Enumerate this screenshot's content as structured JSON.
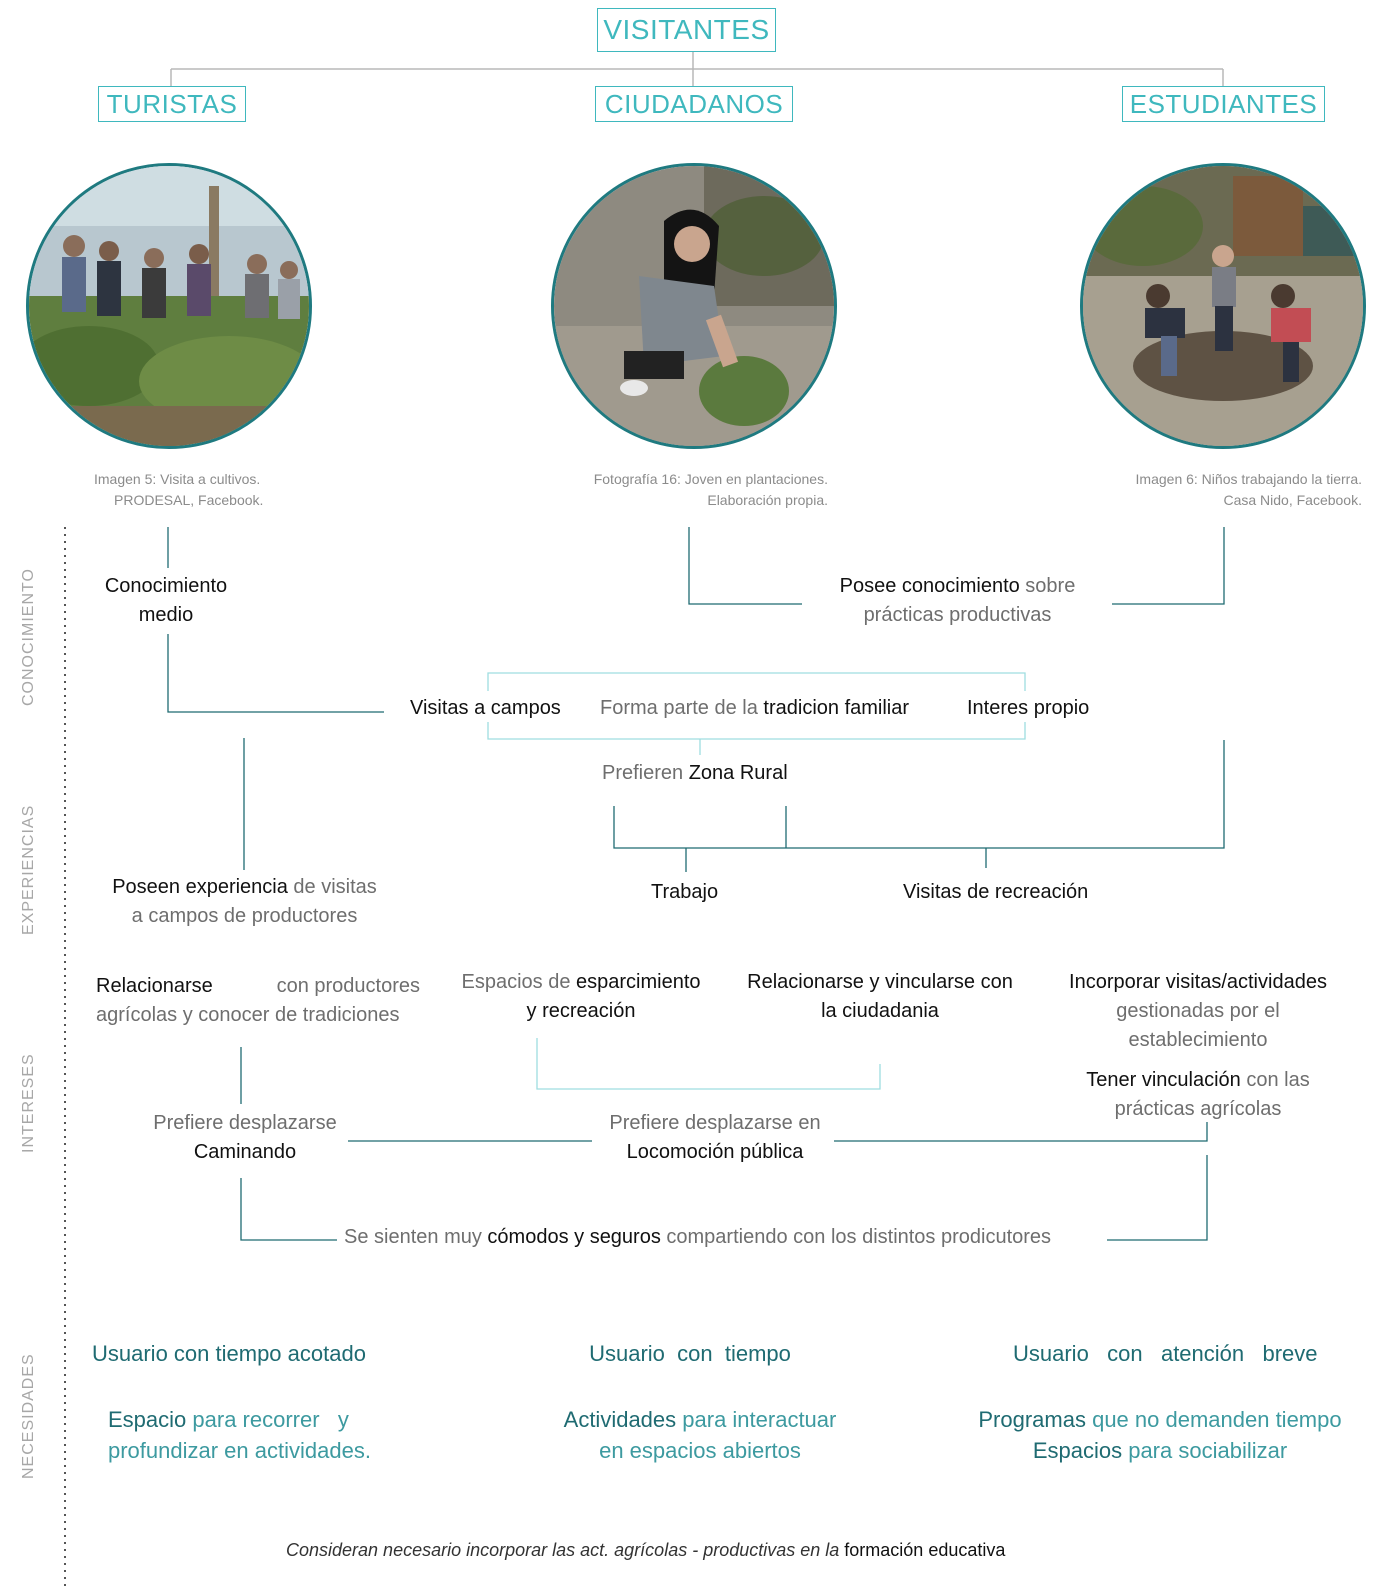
{
  "header": {
    "root": "VISITANTES",
    "groups": [
      "TURISTAS",
      "CIUDADANOS",
      "ESTUDIANTES"
    ]
  },
  "captions": {
    "turistas": [
      "Imagen 5: Visita a cultivos.",
      "PRODESAL, Facebook."
    ],
    "ciudadanos": [
      "Fotografía 16: Joven en plantaciones.",
      "Elaboración propia."
    ],
    "estudiantes": [
      "Imagen 6: Niños trabajando la tierra.",
      "Casa Nido, Facebook."
    ]
  },
  "sections": [
    "CONOCIMIENTO",
    "EXPERIENCIAS",
    "INTERESES",
    "NECESIDADES"
  ],
  "conocimiento": {
    "medio_1": "Conocimiento",
    "medio_2": "medio",
    "posee_b": "Posee conocimiento",
    "posee_rest": " sobre",
    "posee_2": "prácticas productivas"
  },
  "experiencias": {
    "visitas_campos": "Visitas a campos",
    "forma_parte": "Forma parte de la ",
    "tradicion": "tradicion familiar",
    "interes": "Interes propio",
    "prefieren": "Prefieren ",
    "zona_rural": "Zona Rural",
    "trabajo": "Trabajo",
    "visitas_recreacion": "Visitas de recreación",
    "poseen_b": "Poseen experiencia",
    "poseen_rest": " de visitas",
    "poseen_2": "a campos de productores"
  },
  "intereses": {
    "relacionarse_b": "Relacionarse",
    "relacionarse_rest": "con productores",
    "relacionarse_2": "agrícolas y conocer de tradiciones",
    "espacios_1a": "Espacios de ",
    "espacios_1b": "esparcimiento",
    "espacios_2": "y recreación",
    "vincularse_1": "Relacionarse y vincularse con",
    "vincularse_2": "la ciudadania",
    "incorporar_1": "Incorporar visitas/actividades",
    "incorporar_2": "gestionadas por el",
    "incorporar_3": "establecimiento",
    "tener_b": "Tener vinculación",
    "tener_rest": " con las",
    "tener_2": "prácticas agrícolas",
    "prefiere_cam_1": "Prefiere desplazarse",
    "prefiere_cam_2": "Caminando",
    "prefiere_loc_1": "Prefiere desplazarse en",
    "prefiere_loc_2": "Locomoción pública",
    "sienten_a": "Se sienten muy ",
    "sienten_b": "cómodos y seguros",
    "sienten_c": " compartiendo con los distintos prodicutores"
  },
  "necesidades": {
    "col1_title": "Usuario con tiempo acotado",
    "col1_b": "Espacio",
    "col1_rest": " para recorrer   y",
    "col1_2": "profundizar en actividades.",
    "col2_title": "Usuario  con  tiempo",
    "col2_b": "Actividades",
    "col2_rest": " para interactuar",
    "col2_2": "en espacios abiertos",
    "col3_title": "Usuario   con   atención   breve",
    "col3_b": "Programas",
    "col3_rest": " que no demanden tiempo",
    "col3_2b": "Espacios",
    "col3_2rest": " para sociabilizar"
  },
  "footer": {
    "italic": "Consideran necesario incorporar las act. agrícolas - productivas en la ",
    "bold": "formación educativa"
  },
  "colors": {
    "accent": "#3fb8be",
    "line_dark": "#1f6b72",
    "line_light": "#9fdde0"
  }
}
